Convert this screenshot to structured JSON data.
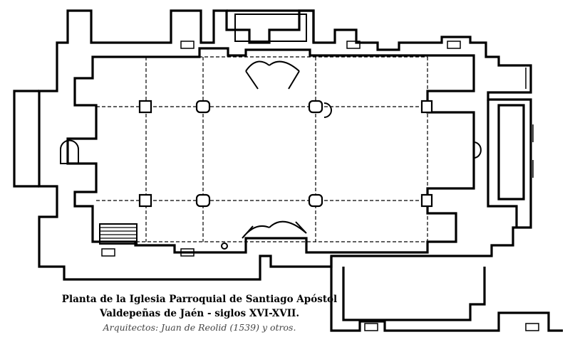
{
  "caption": {
    "title": "Planta de la Iglesia Parroquial de Santiago Apóstol",
    "subtitle": "Valdepeñas de Jaén - siglos XVI-XVII.",
    "credits": "Arquitectos: Juan de Reolid (1539) y otros."
  },
  "colors": {
    "ink": "#000000",
    "paper": "#ffffff",
    "credits": "#444444"
  }
}
